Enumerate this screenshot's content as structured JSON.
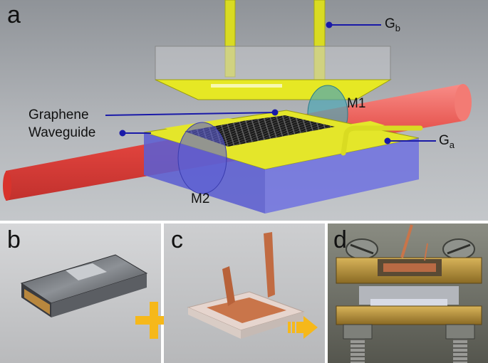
{
  "panels": {
    "a": {
      "letter": "a"
    },
    "b": {
      "letter": "b"
    },
    "c": {
      "letter": "c"
    },
    "d": {
      "letter": "d"
    }
  },
  "labels": {
    "graphene": "Graphene",
    "waveguide": "Waveguide",
    "m1": "M1",
    "m2": "M2",
    "gb_main": "G",
    "gb_sub": "b",
    "ga_main": "G",
    "ga_sub": "a"
  },
  "colors": {
    "background_a": "#a9adb2",
    "laser": "#e8403a",
    "gold": "#e4e62a",
    "waveguide": "#6a6cd6",
    "leader_line": "#1a1aa8",
    "copper": "#c9754a",
    "brass": "#b08a3a",
    "arrow_orange": "#f6b81a"
  },
  "icons": {
    "plus": "plus-icon",
    "arrow": "arrow-right-icon"
  }
}
